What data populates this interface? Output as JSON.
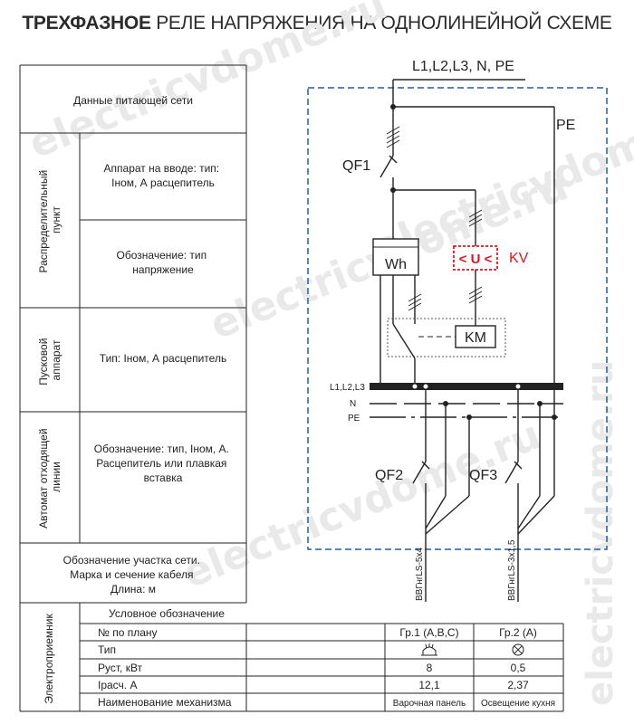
{
  "title": {
    "bold": "ТРЕХФАЗНОЕ",
    "rest": "РЕЛЕ НАПРЯЖЕНИЯ НА ОДНОЛИНЕЙНОЙ СХЕМЕ"
  },
  "watermark": "electricvdome.ru",
  "table": {
    "supply_data": "Данные питающей сети",
    "distribution_point": "Распределительный пункт",
    "input_device": [
      "Аппарат на вводе: тип:",
      "Iном, А расцепитель"
    ],
    "designation_type_voltage": [
      "Обозначение: тип",
      "напряжение"
    ],
    "starter": "Пусковой аппарат",
    "starter_type": "Тип: Iном, А расцепитель",
    "outgoing_breaker": "Автомат отходящей линии",
    "outgoing_breaker_desc": [
      "Обозначение: тип, Iном, А.",
      "Расцепитель или плавкая",
      "вставка"
    ],
    "network_section": [
      "Обозначение участка сети.",
      "Марка и сечение кабеля",
      "Длина: м"
    ],
    "consumer": "Электроприемник",
    "conventional_symbol": "Условное обозначение",
    "rows": [
      {
        "label": "№ по плану",
        "col1": "Гр.1 (А,В,С)",
        "col2": "Гр.2 (А)"
      },
      {
        "label": "Тип",
        "col1": "",
        "col2": ""
      },
      {
        "label": "Руст, кВт",
        "col1": "8",
        "col2": "0,5"
      },
      {
        "label": "Iрасч. А",
        "col1": "12,1",
        "col2": "2,37"
      },
      {
        "label": "Наименование механизма",
        "col1": "Варочная панель",
        "col2": "Освещение кухня"
      }
    ]
  },
  "diagram": {
    "supply_label": "L1,L2,L3, N, PE",
    "pe_label": "PE",
    "qf1": "QF1",
    "meter": "Wh",
    "relay": "< U <",
    "relay_id": "KV",
    "contactor": "KM",
    "bus_l": "L1,L2,L3",
    "bus_n": "N",
    "bus_pe": "PE",
    "qf2": "QF2",
    "qf3": "QF3",
    "cable1": "ВВГнгLS-5х4",
    "cable2": "ВВГнгLS-3х1,5"
  },
  "colors": {
    "relay": "#e8141c",
    "dashed_frame": "#1f5fa8",
    "ink": "#222222"
  },
  "icons": {
    "type_col1": "cooktop-icon",
    "type_col2": "lamp-icon"
  }
}
